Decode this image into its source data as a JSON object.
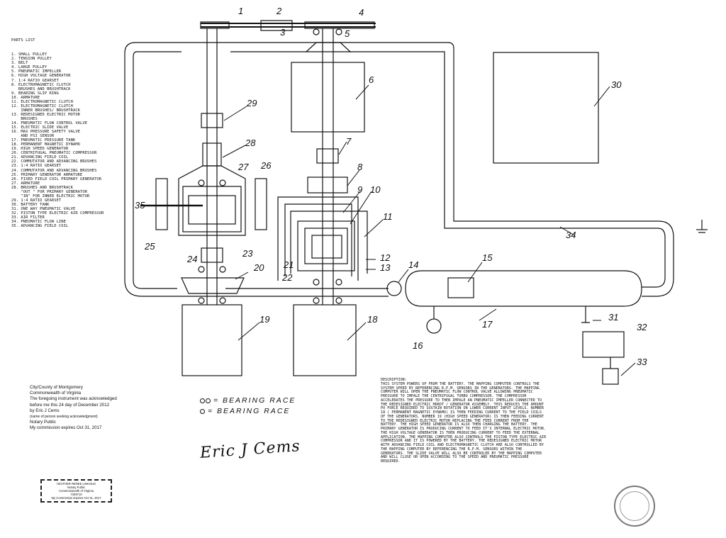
{
  "parts_list": {
    "title": "PARTS LIST",
    "items": [
      "1. SMALL PULLEY",
      "2. TENSION PULLEY",
      "3. BELT",
      "4. LARGE PULLEY",
      "5. PNEUMATIC IMPELLER",
      "6. HIGH VOLTAGE GENERATOR",
      "7. 1:4 RATIO GEARSET",
      "8. ELECTROMAGNETIC CLUTCH",
      "   BRUSHES AND BRUSHTRACK",
      "9. BEARING SLIP RING",
      "10. ARMATURE",
      "11. ELECTROMAGNETIC CLUTCH",
      "12. ELECTROMAGNETIC CLUTCH",
      "    INNER BRUSHES/ BRUSHTRACK",
      "13. REDESIGNED ELECTRIC MOTOR",
      "    BRUSHES",
      "14. PNEUMATIC FLOW CONTROL VALVE",
      "15. ELECTRIC SLIDE VALVE",
      "16. MAX PRESSURE SAFETY VALVE",
      "    AND PSI SENSOR",
      "17. PNEUMATIC PRESSURE TANK",
      "18. PERMANENT MAGNETIC DYNAMO",
      "19. HIGH SPEED GENERATOR",
      "20. CENTRIFUGAL PNEUMATIC COMPRESSOR",
      "21. ADVANCING FIELD COIL",
      "22. COMMUTATOR AND ADVANCING BRUSHES",
      "23. 1:4 RATIO GEARSET",
      "24. COMMUTATOR AND ADVANCING BRUSHES",
      "25. PRIMARY GENERATOR ARMATURE",
      "26. FIXED FIELD COIL PRIMARY GENERATOR",
      "27. ARMATURE",
      "28. BRUSHES AND BRUSHTRACK",
      "    \"OUT \" FOR PRIMARY GENERATOR",
      "    \"IN\" FOR INNER ELECTRIC MOTOR",
      "29. 1:4 RATIO GEARSET",
      "30. BATTERY TANK",
      "31. ONE WAY PNEUMATIC VALVE",
      "32. PISTON TYPE ELECTRIC AIR COMPRESSOR",
      "33. AIR FILTER",
      "34. PNEUMATIC FLOW LINE",
      "35. ADVANCING FIELD COIL"
    ]
  },
  "diagram": {
    "labels": [
      "1",
      "2",
      "3",
      "4",
      "5",
      "6",
      "7",
      "8",
      "9",
      "10",
      "11",
      "12",
      "13",
      "14",
      "15",
      "16",
      "17",
      "18",
      "19",
      "20",
      "21",
      "22",
      "23",
      "24",
      "25",
      "26",
      "27",
      "28",
      "29",
      "30",
      "31",
      "32",
      "33",
      "34",
      "35"
    ]
  },
  "legend": {
    "items": [
      {
        "text": "= BEARING RACE",
        "icon": "double-circle"
      },
      {
        "text": "= BEARING RACE",
        "icon": "single-circle"
      }
    ]
  },
  "signature": "Eric J Cems",
  "notary": {
    "line1": "City/County of Montgomery",
    "line2": "Commonwealth of Virginia",
    "line3": "The foregoing instrument was acknowledged",
    "line4": "before me this 24 day of December 2012",
    "line5": "by Eric J Cems",
    "line6": "(name of person seeking acknowledgment)",
    "line7": "Notary Public",
    "line8": "My commission expires Oct 31, 2017",
    "stamp": [
      "HEATHER RENEE LINKOUS",
      "Notary Public",
      "Commonwealth of Virginia",
      "7339710",
      "My Commission Expires Oct 31, 2017"
    ]
  },
  "description": {
    "title": "DESCRIPTION:",
    "text": "THIS SYSTEM POWERS UP FROM THE BATTERY. THE MAPPING COMPUTER CONTROLS THE SYSTEM SPEED BY REFERENCING R.P.M. SENSORS IN THE GENERATORS. THE MAPPING COMPUTER WILL OPEN THE PNEUMATIC FLOW CONTROL VALVE ALLOWING PNEUMATIC PRESSURE TO IMPALE THE CENTRIFUGAL TURBO COMPRESSOR. THE COMPRESSOR ACCELERATES THE PRESSURE TO THEN IMPALE AN PNEUMATIC IMPELLER CONNECTED TO THE REDESIGNED ELECTRIC MOROT / GENERATOR ASSEMBLY. THIS REDUCES THE AMOUNT PO FORCE REQUIRED TO SUSTAIN ROTATION ON LOWER CURRENT INPUT LEVELS. NUMBER 18 ( PERMANENT MAGNETIC DYNAMO) IS THEN FEEDING CURRENT TO THE FIELD COILS OF THE GENERATORS. NUMBER 19 (HIGH SPEED GENERATOR) IS THEN FEEDING CURRENT TO THE REDESIGNED ELECTRIC MOTOR REPLACING THE FEED CURRENT FROM THE BATTERY. THE HIGH SPEED GENERATOR IS ALSO THEN CHARGING THE BATTERY. THE PRIMARY GENERATOR IS PRODUCING CURRENT TO FEED IT'S INTERNAL ELECTRIC MOTOR. THE HIGH VOLTAGE GENERATOR IS THEN PRODUCING CURRENT TO FEED THE EXTERNAL APPLICATION. THE MAPPING COMPUTER ALSO CONTROLS THE PISTON TYPE ELECTRIC AIR COMPRESSOR AND IT IS POWERED BY THE BATTERY. THE REDESIGNED ELECTRIC MOTOR WITH ADVANCING FIELD COIL AND ELECTROMAGNETIC CLUTCH ARE ALSO CONTROLLED BY THE MAPPING COMPUTER BY REFERENCING THE R.P.M. SENSORS WITHIN THE GENERATORS. THE SLIDE VALVE WILL ALSO BE CONTROLED BY THE MAPPING COMPUTER AND WILL CLOSE OR OPEN ACCORDING TO THE SPEED AND PNEUMATIC PRESSURE REQUIRED."
  }
}
